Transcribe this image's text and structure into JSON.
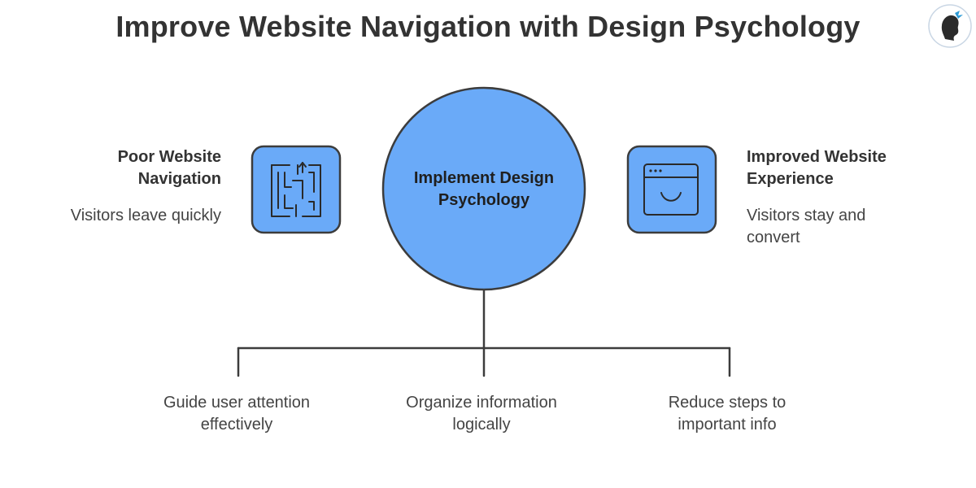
{
  "title": "Improve Website Navigation with Design Psychology",
  "center": {
    "line1": "Implement Design",
    "line2": "Psychology"
  },
  "left": {
    "heading_line1": "Poor Website",
    "heading_line2": "Navigation",
    "description": "Visitors leave quickly",
    "icon": "maze-icon"
  },
  "right": {
    "heading_line1": "Improved Website",
    "heading_line2": "Experience",
    "description_line1": "Visitors stay and",
    "description_line2": "convert",
    "icon": "smiley-browser-icon"
  },
  "branches": [
    {
      "line1": "Guide user attention",
      "line2": "effectively"
    },
    {
      "line1": "Organize information",
      "line2": "logically"
    },
    {
      "line1": "Reduce steps to",
      "line2": "important info"
    }
  ],
  "colors": {
    "circle_fill": "#6aaaf8",
    "box_fill": "#6aaaf8",
    "stroke": "#3c3c3c",
    "text": "#333333"
  }
}
